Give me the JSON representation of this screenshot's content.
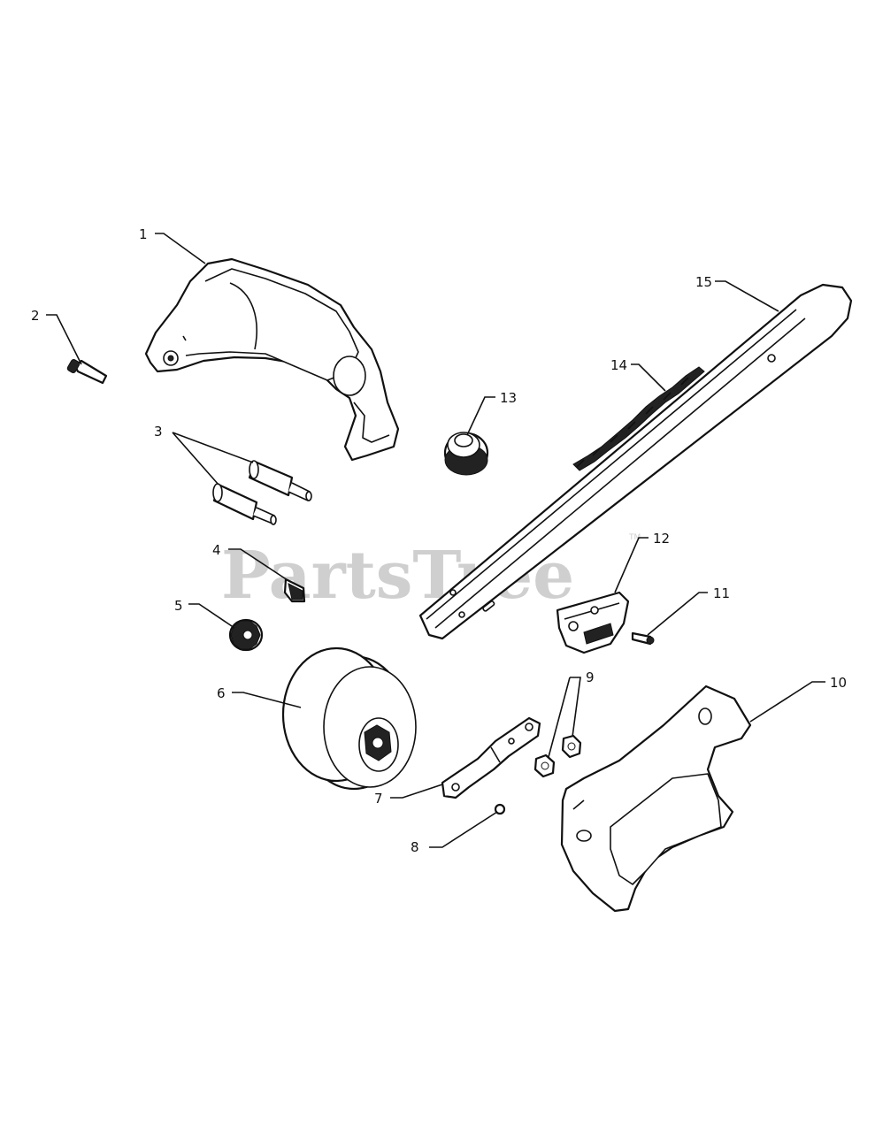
{
  "watermark": {
    "text": "PartsTree",
    "tm": "TM"
  },
  "callouts": [
    "1",
    "2",
    "3",
    "4",
    "5",
    "6",
    "7",
    "8",
    "9",
    "10",
    "11",
    "12",
    "13",
    "14",
    "15"
  ]
}
